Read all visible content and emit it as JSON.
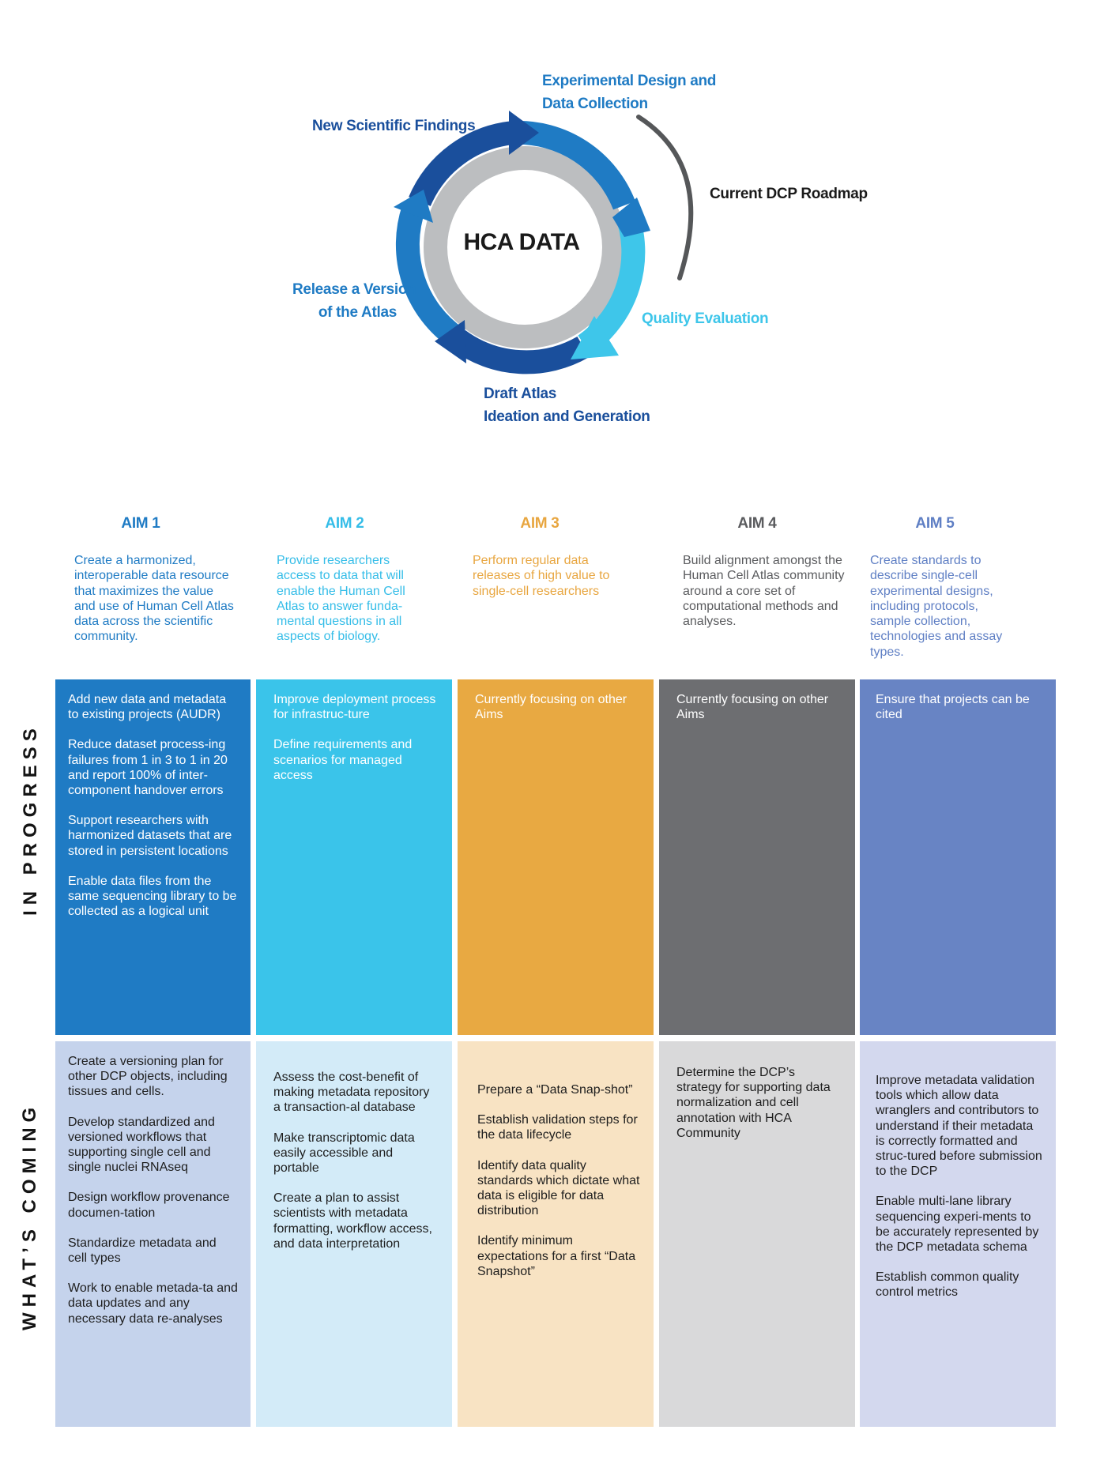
{
  "cycle": {
    "center": "HCA DATA",
    "labels": {
      "experimental_1": "Experimental Design and",
      "experimental_2": "Data Collection",
      "findings": "New Scientific Findings",
      "roadmap": "Current DCP Roadmap",
      "release_1": "Release a Version",
      "release_2": "of the Atlas",
      "quality": "Quality Evaluation",
      "draft_1": "Draft Atlas",
      "draft_2": "Ideation and Generation"
    },
    "colors": {
      "dark_blue": "#1a4f9c",
      "mid_blue": "#1f7bc4",
      "light_blue": "#3ec6ea",
      "gray": "#bcbec0",
      "arc_gray": "#555759"
    }
  },
  "aims": [
    {
      "title": "AIM 1",
      "color": "#1f7bc4",
      "desc": "Create a harmonized, interoperable data resource that maximizes the value and use of Human Cell Atlas data across the scientific community."
    },
    {
      "title": "AIM 2",
      "color": "#35bde8",
      "desc": "Provide researchers access to data that will enable the Human Cell Atlas to answer funda-mental questions in all aspects of biology."
    },
    {
      "title": "AIM 3",
      "color": "#e8a640",
      "desc": "Perform regular data releases of high value to single-cell researchers"
    },
    {
      "title": "AIM 4",
      "color": "#5a5b5e",
      "desc": "Build alignment amongst the Human Cell Atlas community around a core set of computational methods and analyses."
    },
    {
      "title": "AIM 5",
      "color": "#5f7fc4",
      "desc": "Create standards to describe single-cell experimental designs, including protocols, sample collection, technologies and assay types."
    }
  ],
  "rows": {
    "in_progress_label": "IN PROGRESS",
    "whats_coming_label": "WHAT’S COMING"
  },
  "in_progress": [
    {
      "color": "#1f7bc4",
      "items": [
        "Add new data and metadata to existing projects (AUDR)",
        "Reduce dataset process-ing failures from 1 in 3 to 1 in 20 and report 100% of inter-component handover errors",
        "Support researchers with harmonized datasets that are stored in persistent locations",
        "Enable data files from the same sequencing library to be collected as a logical unit"
      ]
    },
    {
      "color": "#3ac4ea",
      "items": [
        "Improve deployment process for infrastruc-ture",
        "Define requirements and scenarios for managed access"
      ]
    },
    {
      "color": "#e8a942",
      "items": [
        "Currently focusing on other Aims"
      ]
    },
    {
      "color": "#6d6e71",
      "items": [
        "Currently focusing on other Aims"
      ]
    },
    {
      "color": "#6884c4",
      "items": [
        "Ensure that projects can be cited"
      ]
    }
  ],
  "whats_coming": [
    {
      "color": "#c5d3ec",
      "items": [
        "Create a versioning plan for other DCP objects, including tissues and cells.",
        "Develop standardized and versioned workflows that supporting single cell and single nuclei RNAseq",
        "Design workflow provenance documen-tation",
        "Standardize metadata and cell types",
        "Work to enable metada-ta and data updates and any necessary data re-analyses"
      ]
    },
    {
      "color": "#d3ebf8",
      "items": [
        "Assess the cost-benefit of making metadata repository a transaction-al database",
        "Make transcriptomic data easily accessible and portable",
        "Create a  plan to assist scientists with metadata formatting, workflow access, and data interpretation"
      ]
    },
    {
      "color": "#f8e3c3",
      "items": [
        "Prepare a “Data Snap-shot”",
        "Establish validation steps for the data lifecycle",
        "Identify  data quality standards which dictate what data is eligible for data distribution",
        "Identify minimum expectations for a first “Data Snapshot”"
      ]
    },
    {
      "color": "#d9d9da",
      "items": [
        "Determine  the DCP’s strategy for supporting data normalization and cell annotation with HCA Community"
      ]
    },
    {
      "color": "#d3d8ee",
      "items": [
        "Improve  metadata validation tools which allow data wranglers and contributors to understand if their metadata is correctly formatted and struc-tured before submission to the DCP",
        "Enable multi-lane library sequencing experi-ments to be accurately represented by the DCP metadata schema",
        "Establish common quality control metrics"
      ]
    }
  ]
}
